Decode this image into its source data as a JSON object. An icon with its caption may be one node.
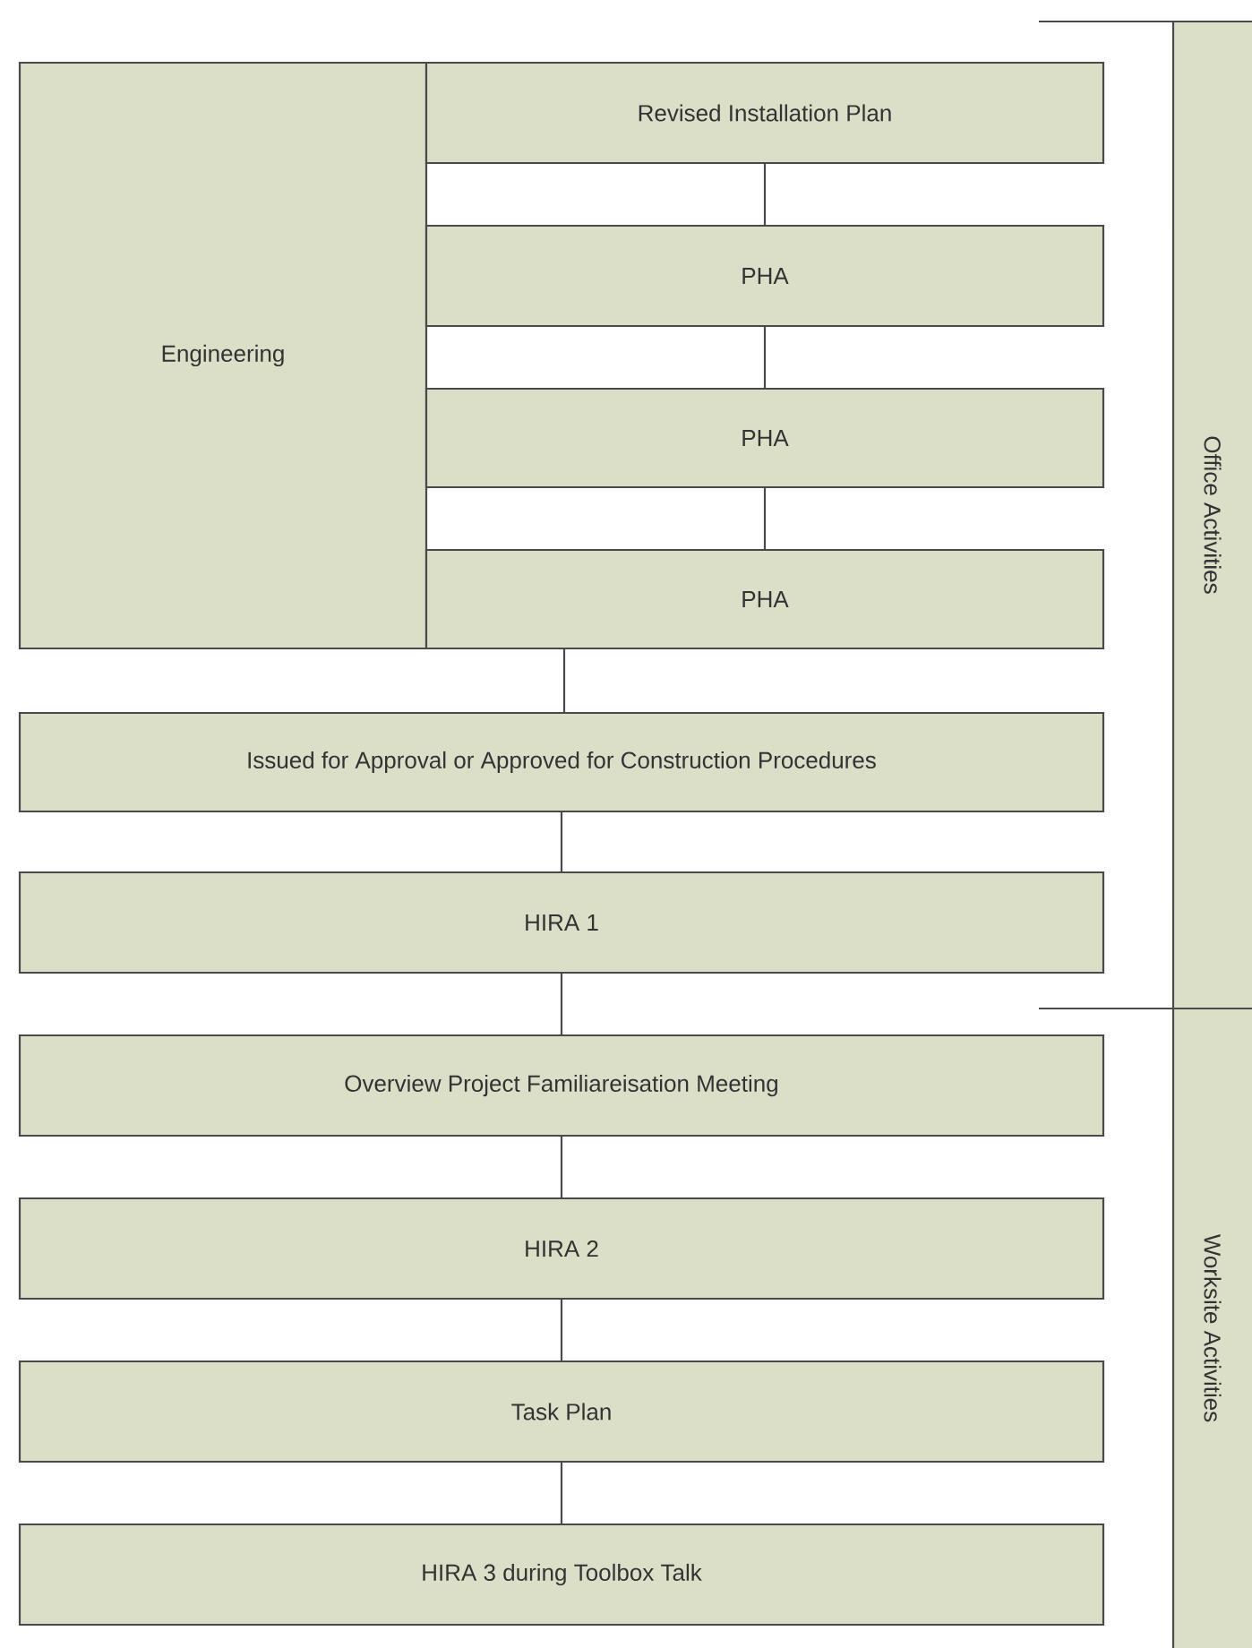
{
  "diagram": {
    "nodes": [
      {
        "text": [
          "Engineering"
        ]
      },
      {
        "text": [
          "Revised Installation Plan"
        ]
      },
      {
        "text": [
          "PHA"
        ]
      },
      {
        "text": [
          "PHA"
        ]
      },
      {
        "text": [
          "PHA"
        ]
      },
      {
        "text": [
          "Issued for Approval or Approved for Construction Procedures"
        ]
      },
      {
        "text": [
          "HIRA 1"
        ]
      },
      {
        "text": [
          "Overview Project Familiareisation Meeting"
        ]
      },
      {
        "text": [
          "HIRA 2"
        ]
      },
      {
        "text": [
          "Task Plan"
        ]
      },
      {
        "text": [
          "HIRA 3 during Toolbox Talk"
        ]
      },
      {
        "text": [
          "Office Activities"
        ]
      },
      {
        "text": [
          "Worksite Activities"
        ]
      }
    ],
    "edges": [
      {
        "from": 1,
        "to": 2,
        "arrow": "none"
      },
      {
        "from": 2,
        "to": 3,
        "arrow": "none"
      },
      {
        "from": 3,
        "to": 4,
        "arrow": "none"
      },
      {
        "from": 4,
        "to": 5,
        "arrow": "none"
      },
      {
        "from": 5,
        "to": 6,
        "arrow": "none"
      },
      {
        "from": 6,
        "to": 7,
        "arrow": "none"
      },
      {
        "from": 7,
        "to": 8,
        "arrow": "none"
      },
      {
        "from": 8,
        "to": 9,
        "arrow": "none"
      },
      {
        "from": 9,
        "to": 10,
        "arrow": "none"
      }
    ]
  }
}
